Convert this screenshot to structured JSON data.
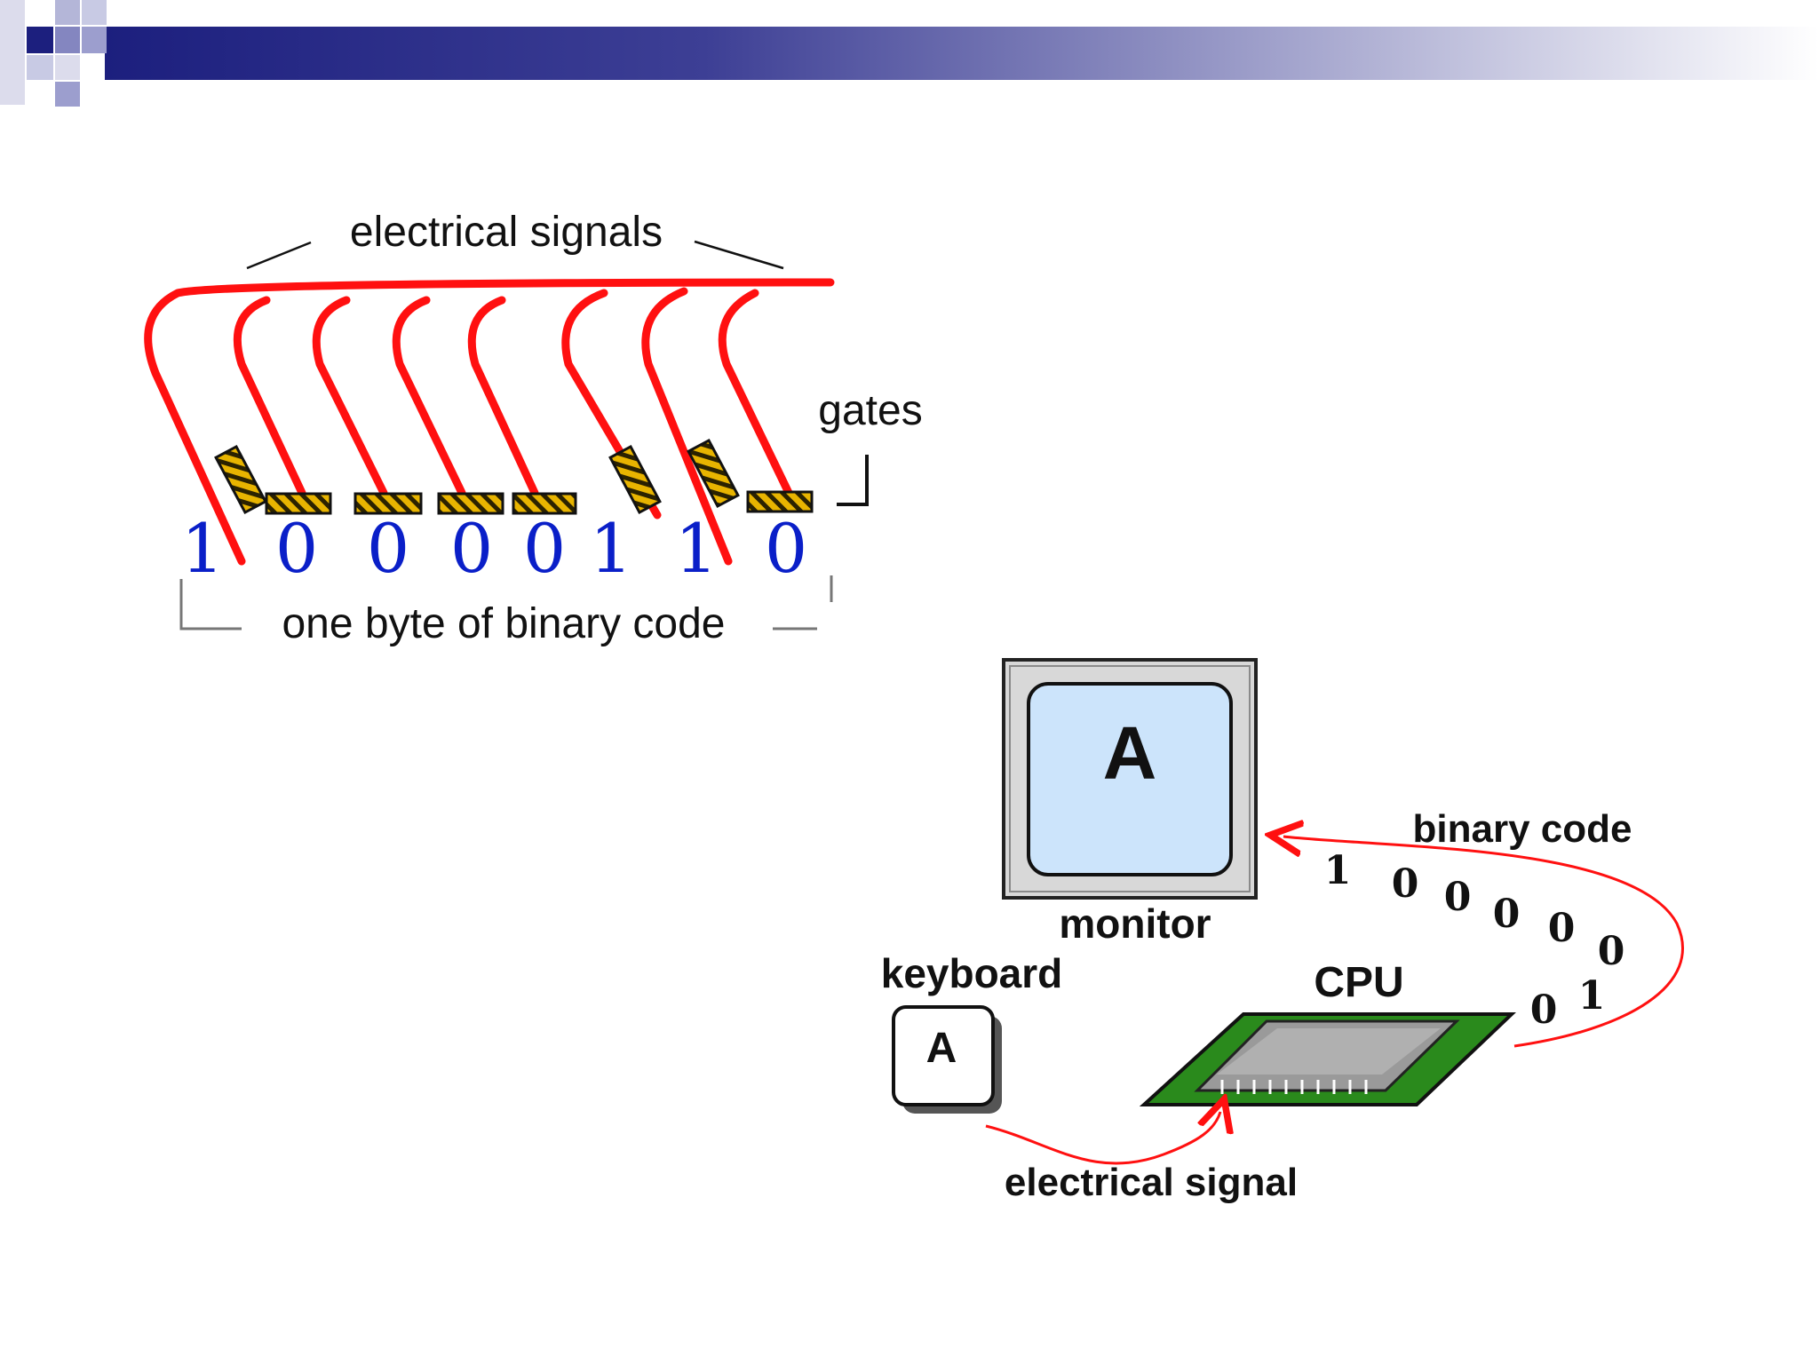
{
  "colors": {
    "header_dark": "#1c1f7e",
    "header_light": "#ffffff",
    "wire": "#ff1010",
    "bit_blue": "#0a1fc8",
    "gate_gold": "#e8b400",
    "screen_blue": "#cce4fb",
    "board_green": "#2a8a1c",
    "chip_gray": "#9a9a9a"
  },
  "top_diagram": {
    "electrical_signals_label": "electrical signals",
    "gates_label": "gates",
    "byte_label": "one byte of binary code",
    "bits": [
      "1",
      "0",
      "0",
      "0",
      "0",
      "1",
      "1",
      "0"
    ]
  },
  "bottom_diagram": {
    "monitor_char": "A",
    "monitor_label": "monitor",
    "keyboard_label": "keyboard",
    "key_char": "A",
    "cpu_label": "CPU",
    "binary_code_label": "binary code",
    "binary_bits": [
      "1",
      "0",
      "0",
      "0",
      "0",
      "0",
      "0",
      "1"
    ],
    "electrical_signal_label": "electrical signal"
  },
  "icons": [
    "header-squares-icon",
    "monitor-icon",
    "keyboard-key-icon",
    "cpu-chip-icon",
    "arrow-icon"
  ]
}
